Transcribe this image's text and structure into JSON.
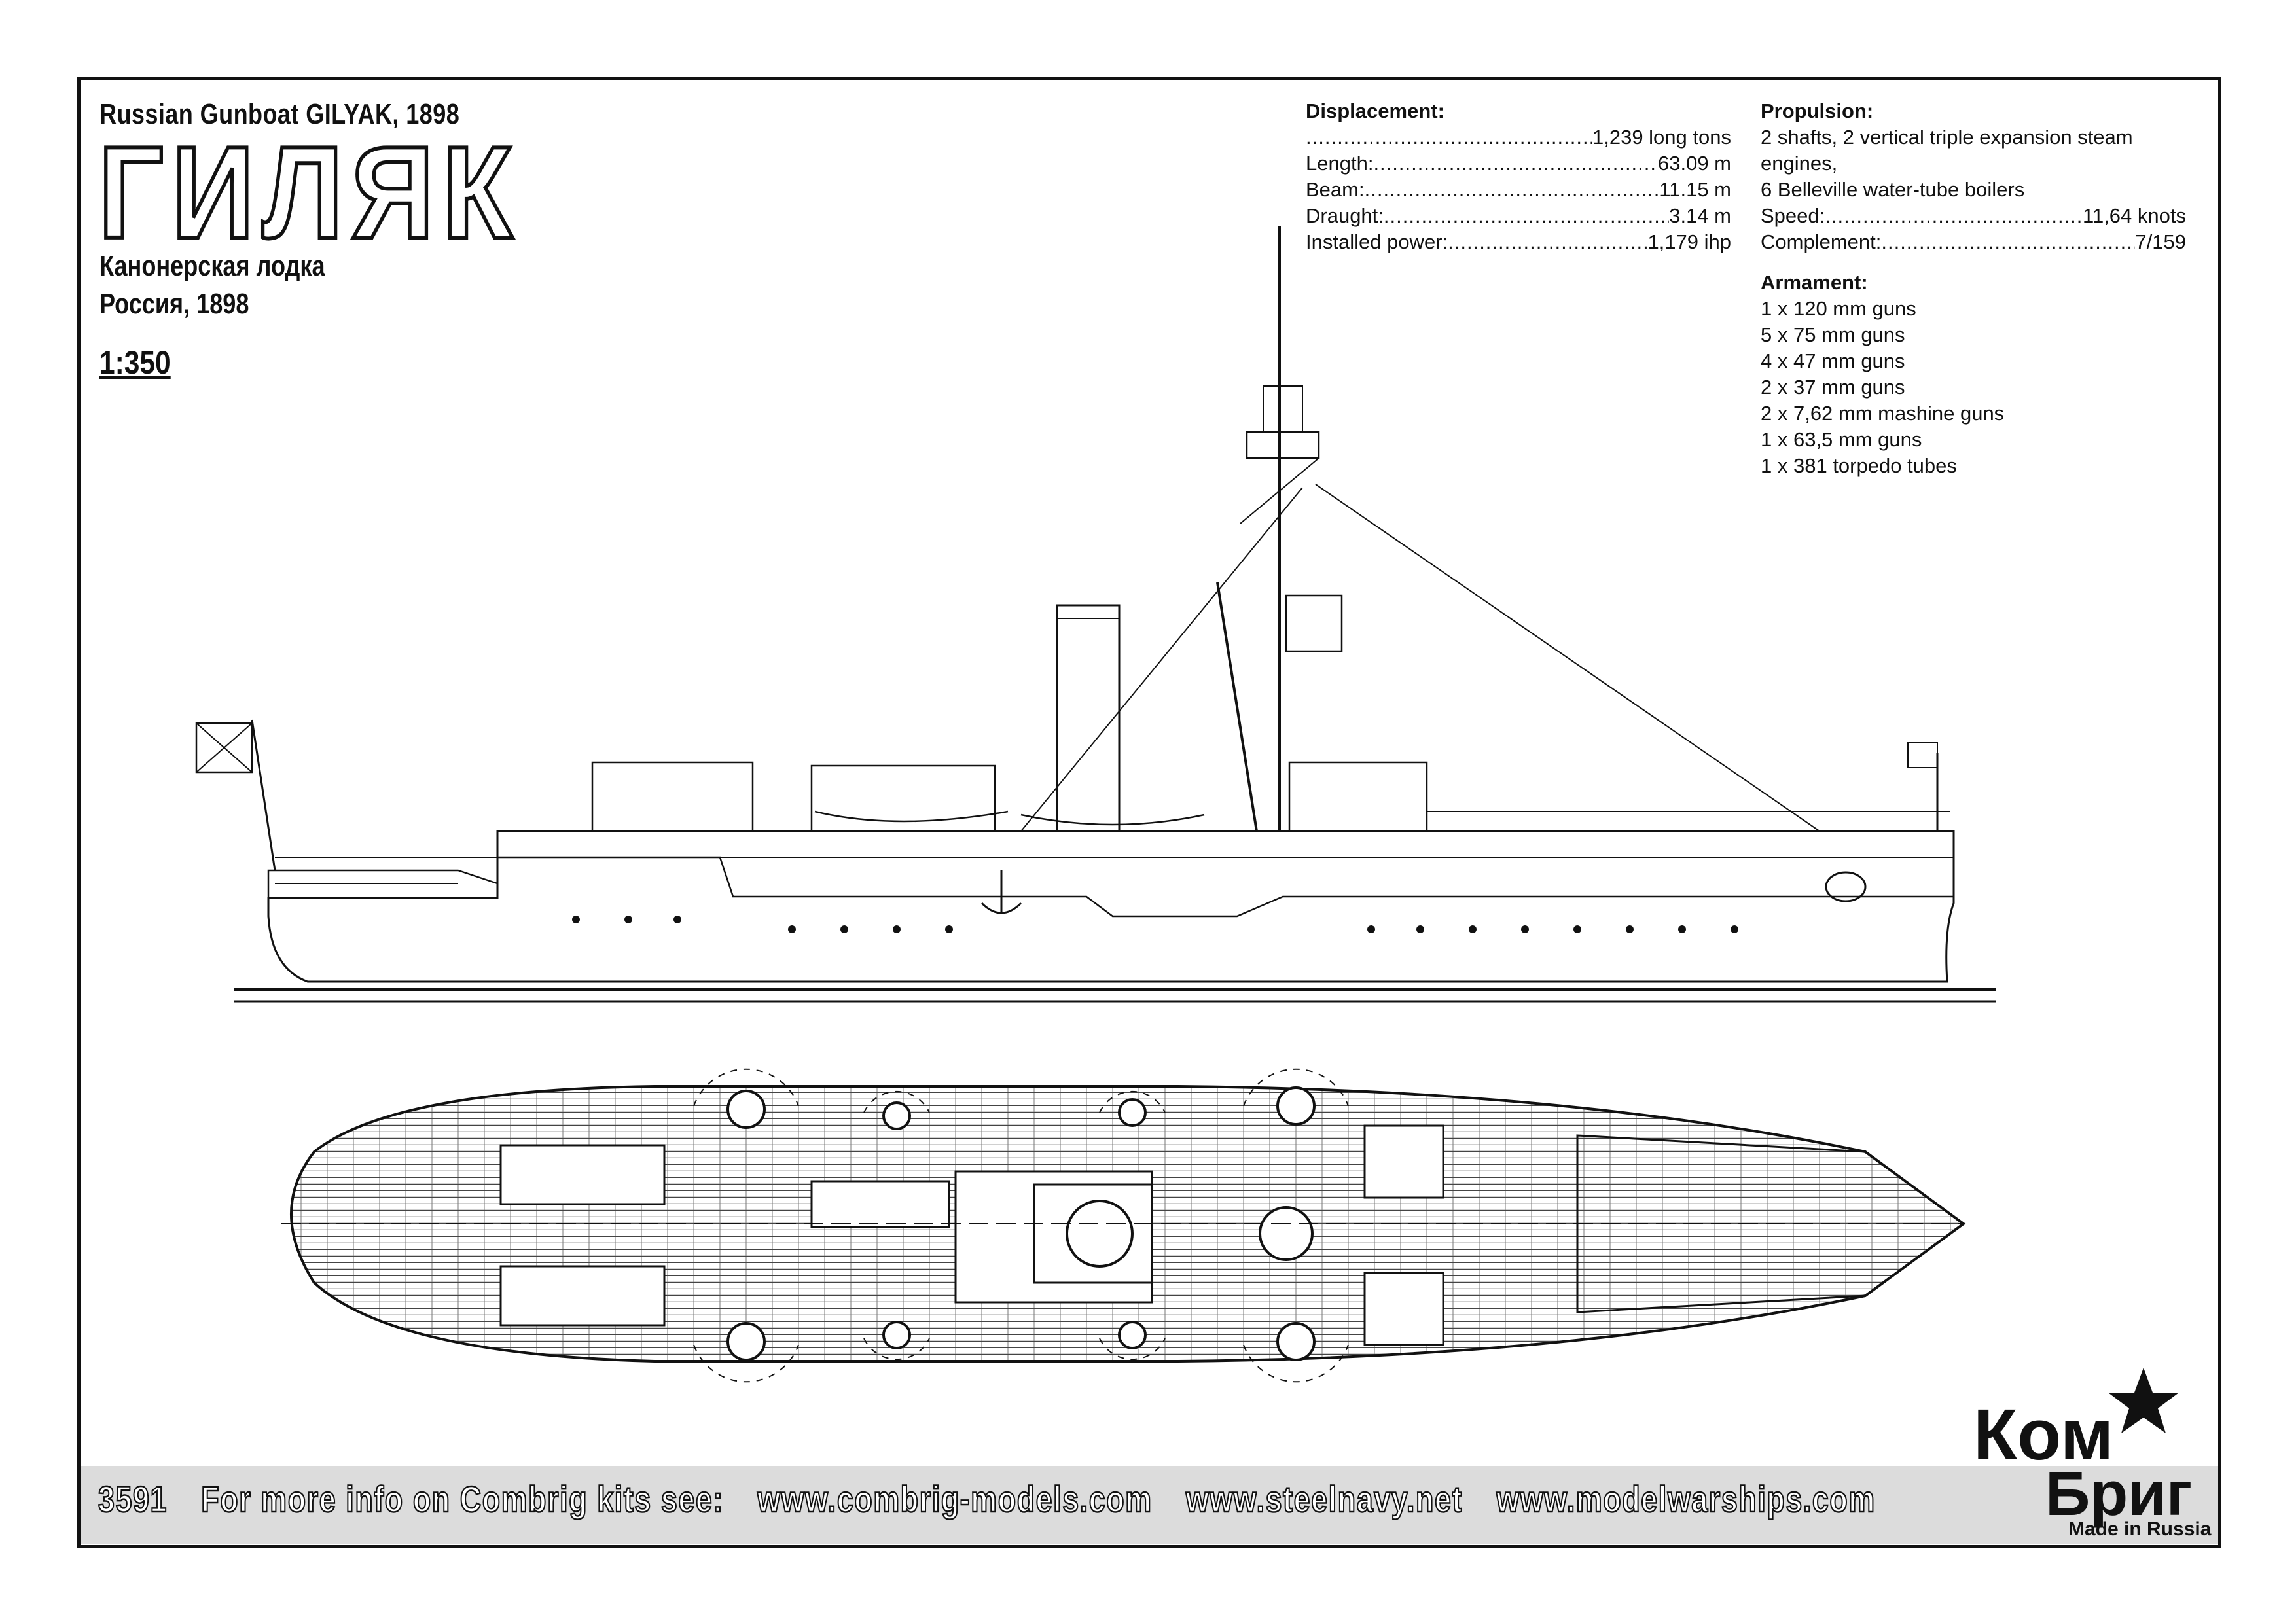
{
  "header": {
    "title_en": "Russian Gunboat GILYAK, 1898",
    "title_ru": "ГИЛЯК",
    "subtitle_ru_1": "Канонерская лодка",
    "subtitle_ru_2": "Россия, 1898",
    "scale": "1:350"
  },
  "specs_left": {
    "heading": "Displacement:",
    "rows": [
      {
        "label": "",
        "value": "1,239 long tons"
      },
      {
        "label": "Length:",
        "value": "63.09 m"
      },
      {
        "label": "Beam:",
        "value": "11.15 m"
      },
      {
        "label": "Draught:",
        "value": "3.14 m"
      },
      {
        "label": "Installed power: ",
        "value": "1,179 ihp"
      }
    ]
  },
  "specs_right": {
    "propulsion_heading": "Propulsion:",
    "propulsion_line1": "2 shafts, 2 vertical triple expansion steam engines,",
    "propulsion_line2": "6 Belleville water-tube boilers",
    "speed_label": "Speed:",
    "speed_value": "11,64 knots",
    "complement_label": "Complement: ",
    "complement_value": "7/159",
    "armament_heading": "Armament:",
    "armament": [
      "1 x 120 mm guns",
      "5 x 75 mm guns",
      "4 x 47 mm guns",
      "2 x 37 mm guns",
      "2 x 7,62 mm mashine guns",
      "1 x 63,5 mm guns",
      "1 x 381 torpedo tubes"
    ]
  },
  "footer": {
    "kit_number": "3591",
    "info_text": "For more info on Combrig kits see:",
    "link_1": "www.combrig-models.com",
    "link_2": "www.steelnavy.net",
    "link_3": "www.modelwarships.com"
  },
  "logo": {
    "line_1": "Ком",
    "line_2": "Бриг",
    "made_in": "Made in Russia"
  }
}
